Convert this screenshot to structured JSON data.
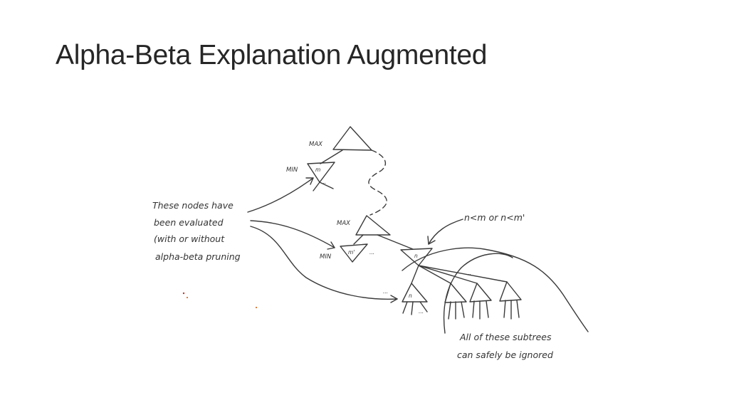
{
  "slide": {
    "title": "Alpha-Beta Explanation Augmented"
  },
  "diagram": {
    "labels": {
      "max_top": "MAX",
      "min_top": "MIN",
      "m_top": "m",
      "max_mid": "MAX",
      "min_mid": "MIN",
      "m_prime": "m'",
      "n_upper": "n",
      "n_lower": "n",
      "ellipsis": "...",
      "condition": "n<m or n<m'"
    },
    "note_left": {
      "line1": "These nodes have",
      "line2": "been evaluated",
      "line3": "(with or without",
      "line4": "alpha-beta pruning"
    },
    "note_right": {
      "line1": "All of these subtrees",
      "line2": "can safely be ignored"
    }
  }
}
